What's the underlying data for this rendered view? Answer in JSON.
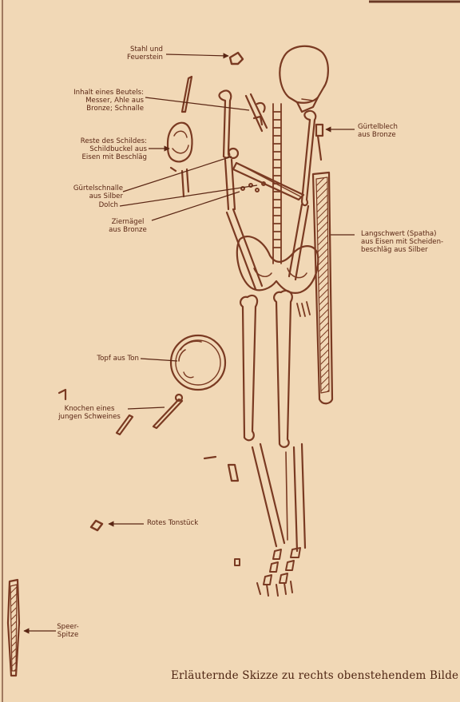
{
  "labels": {
    "stahl": "Stahl und\nFeuerstein",
    "beutel": "Inhalt eines Beutels:\nMesser, Ahle aus\nBronze; Schnalle",
    "schild": "Reste des Schildes:\nSchildbuckel aus\nEisen mit Beschläg",
    "guertelschnalle": "Gürtelschnalle\naus Silber",
    "dolch": "Dolch",
    "ziernaegel": "Ziernägel\naus Bronze",
    "guertelblech": "Gürtelblech\naus Bronze",
    "langschwert": "Langschwert (Spatha)\naus Eisen mit Scheiden-\nbeschläg aus Silber",
    "topf": "Topf aus Ton",
    "knochen": "Knochen eines\njungen Schweines",
    "tonstueck": "Rotes Tonstück",
    "speer": "Speer-\nSpitze"
  },
  "caption": "Erläuternde Skizze zu rechts obenstehendem Bilde",
  "colors": {
    "paper": "#f1d8b6",
    "ink": "#7a3a22",
    "text": "#5a2614"
  }
}
